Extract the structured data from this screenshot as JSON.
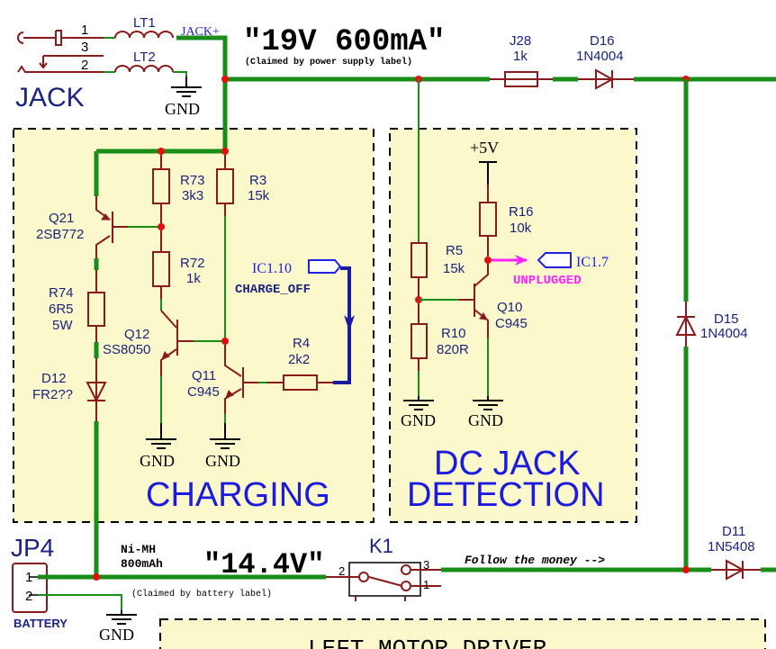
{
  "jack": {
    "ref": "JACK",
    "pins": [
      "1",
      "3",
      "2"
    ],
    "net": "JACK+"
  },
  "inductors": [
    {
      "ref": "LT1"
    },
    {
      "ref": "LT2"
    }
  ],
  "supply_note": {
    "value": "\"19V 600mA\"",
    "note": "(Claimed by power supply label)"
  },
  "gnd": "GND",
  "vcc": "+5V",
  "sections": {
    "charging": "CHARGING",
    "dc_jack_line1": "DC JACK",
    "dc_jack_line2": "DETECTION",
    "motor": "LEFT MOTOR DRIVER"
  },
  "components": {
    "J28": {
      "ref": "J28",
      "value": "1k"
    },
    "D16": {
      "ref": "D16",
      "value": "1N4004"
    },
    "D15": {
      "ref": "D15",
      "value": "1N4004"
    },
    "D11": {
      "ref": "D11",
      "value": "1N5408"
    },
    "R73": {
      "ref": "R73",
      "value": "3k3"
    },
    "R3": {
      "ref": "R3",
      "value": "15k"
    },
    "R72": {
      "ref": "R72",
      "value": "1k"
    },
    "R74": {
      "ref": "R74",
      "value": "6R5",
      "power": "5W"
    },
    "R4": {
      "ref": "R4",
      "value": "2k2"
    },
    "R5": {
      "ref": "R5",
      "value": "15k"
    },
    "R10": {
      "ref": "R10",
      "value": "820R"
    },
    "R16": {
      "ref": "R16",
      "value": "10k"
    },
    "Q21": {
      "ref": "Q21",
      "value": "2SB772"
    },
    "Q12": {
      "ref": "Q12",
      "value": "SS8050"
    },
    "Q11": {
      "ref": "Q11",
      "value": "C945"
    },
    "Q10": {
      "ref": "Q10",
      "value": "C945"
    },
    "D12": {
      "ref": "D12",
      "value": "FR2??"
    }
  },
  "ports": {
    "charge_off": {
      "pin": "IC1.10",
      "net": "CHARGE_OFF"
    },
    "unplugged": {
      "pin": "IC1.7",
      "net": "UNPLUGGED"
    }
  },
  "battery": {
    "ref": "JP4",
    "pins": [
      "1",
      "2"
    ],
    "label": "BATTERY",
    "chem_line1": "Ni-MH",
    "chem_line2": "800mAh",
    "value": "\"14.4V\"",
    "note": "(Claimed by battery label)"
  },
  "relay": {
    "ref": "K1",
    "pins": [
      "2",
      "3",
      "1"
    ]
  },
  "annotation": "Follow the money -->",
  "colors": {
    "wire": "#1a8c1a",
    "part": "#8b1a1a",
    "label": "#1a237e",
    "net": "#2020e0",
    "unplugged": "#ff20ff",
    "junction": "#e01010",
    "box": "#fbf9cc"
  }
}
